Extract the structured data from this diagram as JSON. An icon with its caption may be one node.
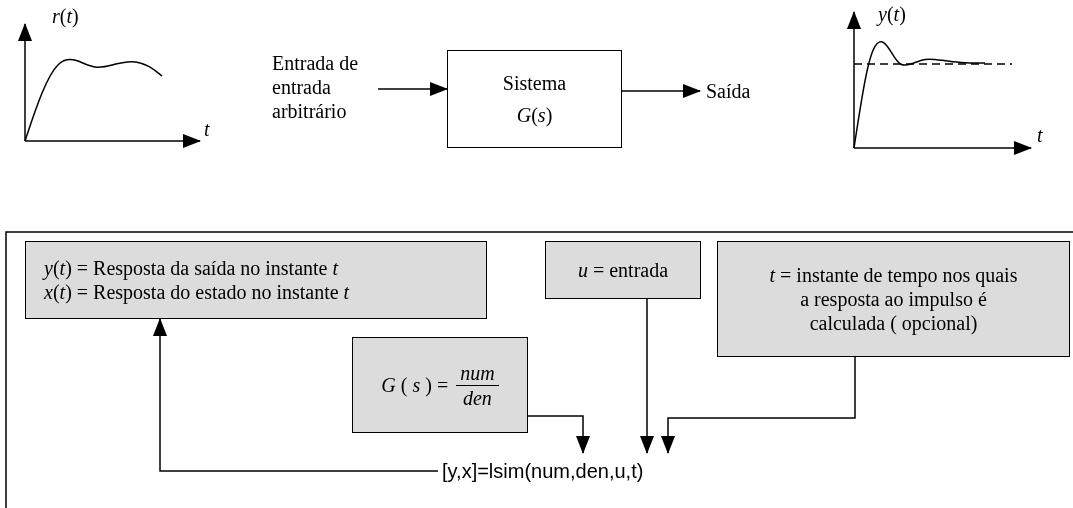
{
  "diagram": {
    "nodes": [
      {
        "text": [
          "Entrada de entrada arbitrário"
        ]
      },
      {
        "text": [
          "Sistema",
          "*G*(*s*)"
        ]
      },
      {
        "text": [
          "Saída"
        ]
      },
      {
        "text": [
          "*y*(*t*) = Resposta da saída no instante *t*",
          "*x*(*t*) = Resposta do estado no instante *t*"
        ]
      },
      {
        "text": [
          "*u* = entrada"
        ]
      },
      {
        "text": [
          "*t* = instante de tempo nos quais a resposta ao impulso é calculada ( opcional)"
        ]
      },
      {
        "text": [
          "*G* ( *s* ) =",
          "num",
          "den"
        ]
      },
      {
        "text": [
          "[y,x]=lsim(num,den,u,t)"
        ]
      }
    ],
    "edges": [
      {
        "from": 0,
        "to": 1,
        "arrow": "to"
      },
      {
        "from": 1,
        "to": 2,
        "arrow": "to"
      },
      {
        "from": 7,
        "to": 3,
        "arrow": "to"
      },
      {
        "from": 6,
        "to": 7,
        "arrow": "to"
      },
      {
        "from": 4,
        "to": 7,
        "arrow": "to"
      },
      {
        "from": 5,
        "to": 7,
        "arrow": "to"
      }
    ],
    "labels": [
      "*r*(*t*)",
      "t",
      "*y*(*t*)",
      "t"
    ]
  }
}
